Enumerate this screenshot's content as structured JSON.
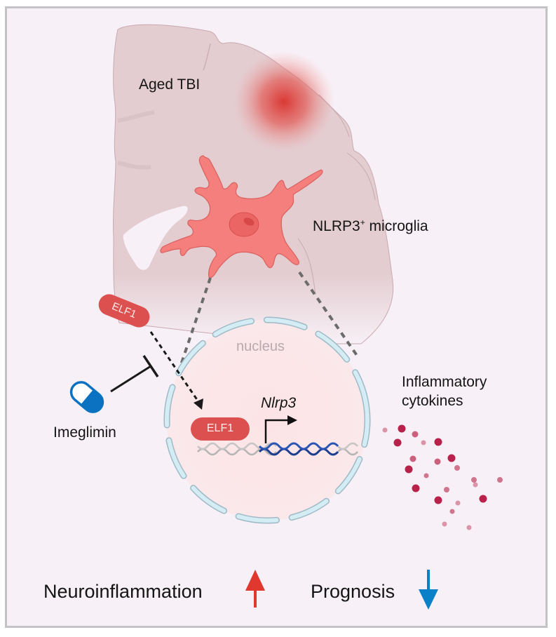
{
  "figure": {
    "type": "graphical-abstract",
    "background_color": "#f7f0f6",
    "border_color": "#c3c3c7"
  },
  "brain": {
    "label": "Aged TBI",
    "injury_color": "#d9302c",
    "tissue_color": "#e3cdd1"
  },
  "microglia": {
    "label_main": "NLRP3",
    "label_sup": "+",
    "label_rest": " microglia",
    "cell_color": "#f57f7c"
  },
  "nucleus": {
    "label": "nucleus",
    "membrane_color": "#cfe8f0"
  },
  "transcription_factor": {
    "cytoplasmic_label": "ELF1",
    "nuclear_label": "ELF1",
    "color": "#dc5050"
  },
  "gene": {
    "label": "Nlrp3",
    "dna_color": "#1d3d8f"
  },
  "drug": {
    "label": "Imeglimin",
    "icon": "capsule-icon",
    "effect": "inhibits",
    "color": "#0a72c0"
  },
  "cytokines": {
    "label_line1": "Inflammatory",
    "label_line2": "cytokines",
    "color": "#b8214a"
  },
  "outcomes": [
    {
      "label": "Neuroinflammation",
      "direction": "up",
      "icon": "arrow-up-icon",
      "color": "#e0372e"
    },
    {
      "label": "Prognosis",
      "direction": "down",
      "icon": "arrow-down-icon",
      "color": "#0a80c8"
    }
  ]
}
